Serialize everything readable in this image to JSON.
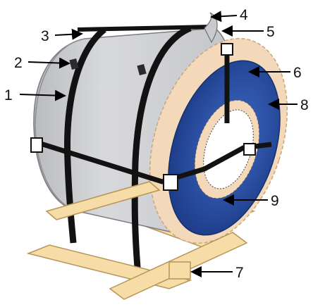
{
  "diagram": {
    "colors": {
      "coil_fill": "#cfd0d4",
      "coil_edge": "#7a7c80",
      "face_blue": "#2a4fa8",
      "face_blue_dark": "#14306e",
      "protector": "#f3d9b9",
      "strap": "#121212",
      "wood": "#f6dca6",
      "wood_edge": "#b89456",
      "arrow": "#000000"
    },
    "callouts": [
      {
        "id": "1",
        "text": "1"
      },
      {
        "id": "2",
        "text": "2"
      },
      {
        "id": "3",
        "text": "3"
      },
      {
        "id": "4",
        "text": "4"
      },
      {
        "id": "5",
        "text": "5"
      },
      {
        "id": "6",
        "text": "6"
      },
      {
        "id": "7",
        "text": "7"
      },
      {
        "id": "8",
        "text": "8"
      },
      {
        "id": "9",
        "text": "9"
      }
    ]
  }
}
